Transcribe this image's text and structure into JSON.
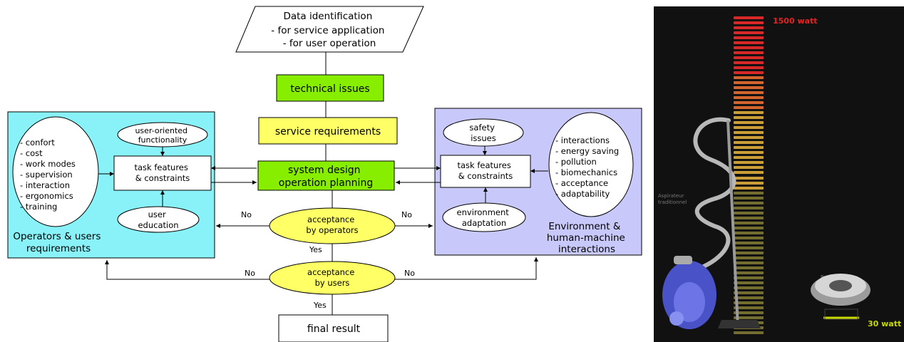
{
  "diagram": {
    "data_id": [
      "Data identification",
      "- for service application",
      "- for user operation"
    ],
    "technical": "technical issues",
    "service": "service requirements",
    "system": [
      "system design",
      "operation planning"
    ],
    "acc_operators": [
      "acceptance",
      "by operators"
    ],
    "acc_users": [
      "acceptance",
      "by users"
    ],
    "final": "final result",
    "yes": "Yes",
    "no": "No",
    "left_panel": {
      "list": [
        "- confort",
        "- cost",
        "- work modes",
        "- supervision",
        "- interaction",
        "- ergonomics",
        "- training"
      ],
      "user_oriented": [
        "user-oriented",
        "functionality"
      ],
      "task": [
        "task features",
        "& constraints"
      ],
      "education": [
        "user",
        "education"
      ],
      "caption": [
        "Operators & users",
        "requirements"
      ]
    },
    "right_panel": {
      "safety": [
        "safety",
        "issues"
      ],
      "task": [
        "task features",
        "& constraints"
      ],
      "environment": [
        "environment",
        "adaptation"
      ],
      "list": [
        "- interactions",
        "- energy saving",
        "- pollution",
        "- biomechanics",
        "- acceptance",
        "- adaptability"
      ],
      "caption": [
        "Environment &",
        "human-machine",
        "interactions"
      ]
    },
    "colors": {
      "green": "#88ee00",
      "yellow": "#ffff66",
      "cyan_panel": "#88f2f8",
      "lavender_panel": "#c8c8fa"
    }
  },
  "photo": {
    "label_top": "1500 watt",
    "label_bottom": "30 watt",
    "caption_left": [
      "Aspirateur",
      "traditionnel"
    ],
    "caption_right": "Roomba",
    "meter_level": 1.0,
    "icons": [
      "vacuum-cleaner-icon",
      "robot-vacuum-icon"
    ]
  }
}
